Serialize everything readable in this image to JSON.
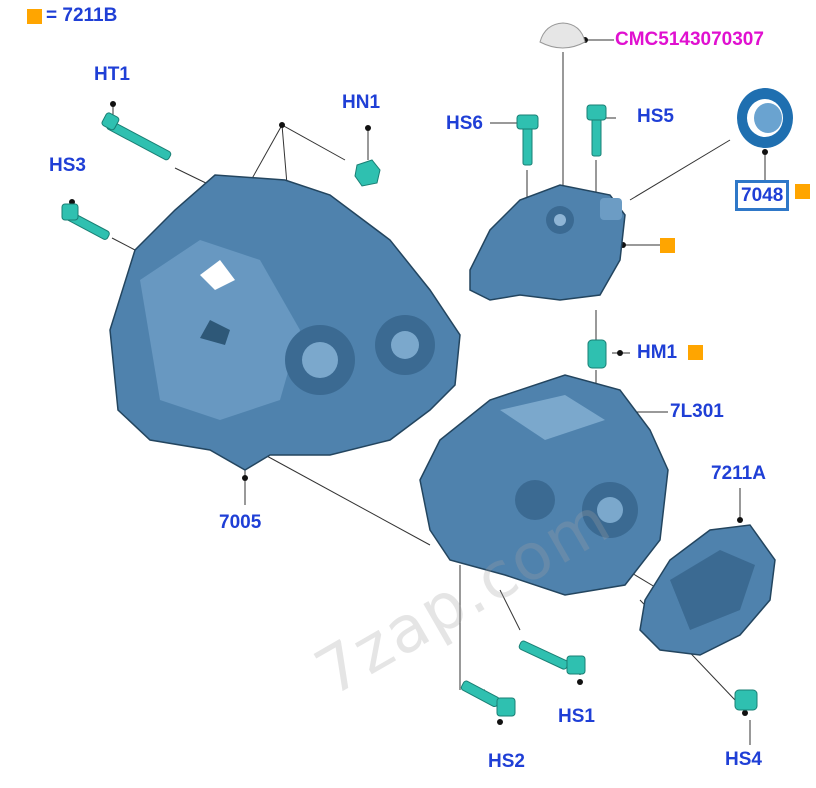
{
  "legend": {
    "equals": "= 7211B"
  },
  "callouts": {
    "HT1": "HT1",
    "HN1": "HN1",
    "HS3": "HS3",
    "HS6": "HS6",
    "HS5": "HS5",
    "CMC": "CMC5143070307",
    "part7048": "7048",
    "HM1": "HM1",
    "part7L301": "7L301",
    "part7211A": "7211A",
    "part7005": "7005",
    "HS1": "HS1",
    "HS2": "HS2",
    "HS4": "HS4"
  },
  "watermark": "7zap.com",
  "colors": {
    "label_blue": "#1f3fd6",
    "label_magenta": "#e010d0",
    "marker_orange": "#ffa500",
    "highlight_box": "#2f78c8",
    "part_steel": "#4a7fae",
    "fastener_teal": "#2fc0b0"
  }
}
